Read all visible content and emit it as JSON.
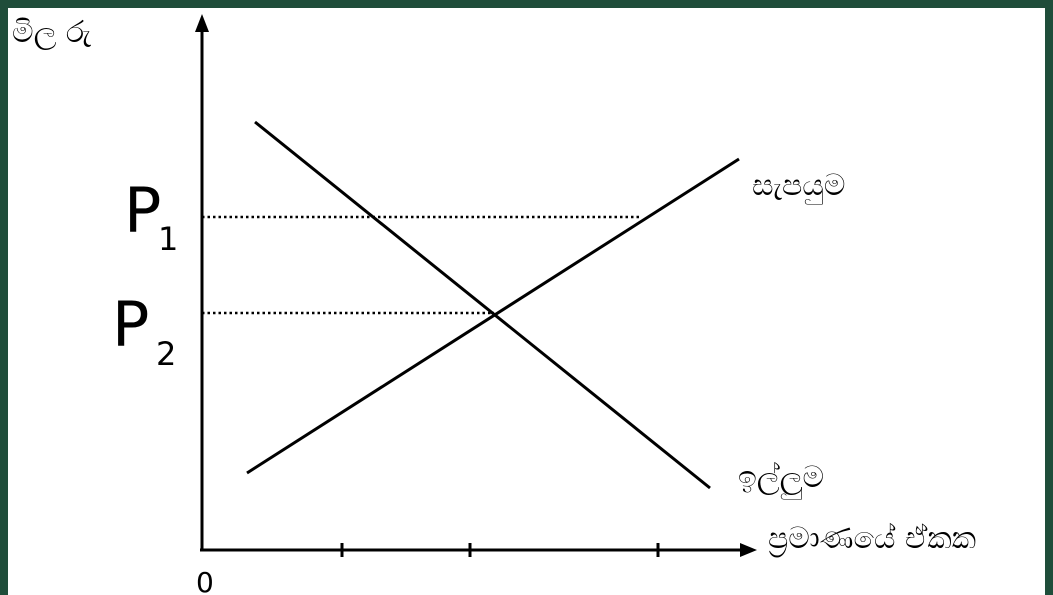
{
  "axes": {
    "y_label": "මිල රු",
    "x_label": "ප්‍රමාණයේ ඒකක",
    "origin": "0"
  },
  "curves": {
    "supply_label": "සැපයුම",
    "demand_label": "ඉල්ලුම"
  },
  "prices": {
    "p1_letter": "P",
    "p1_sub": "1",
    "p2_letter": "P",
    "p2_sub": "2"
  },
  "colors": {
    "background": "#1f4d3a",
    "canvas": "#ffffff",
    "ink": "#000000"
  }
}
